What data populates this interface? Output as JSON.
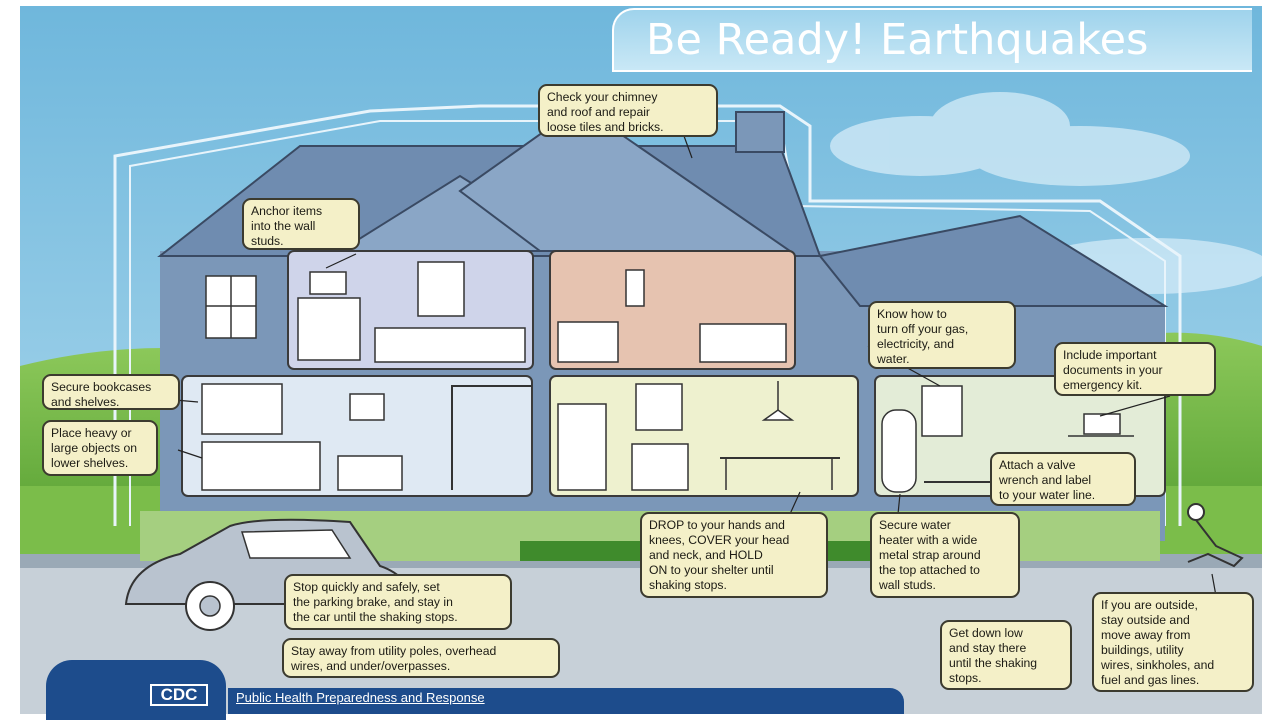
{
  "title": "Be Ready! Earthquakes",
  "callouts": {
    "chimney": "Check your chimney\nand roof and repair\nloose tiles and bricks.",
    "anchor": "Anchor items\ninto the wall\nstuds.",
    "bookcases": "Secure bookcases\nand shelves.",
    "heavy_objects": "Place heavy or\nlarge objects on\nlower shelves.",
    "utilities": "Know how to\nturn off your gas,\nelectricity, and\nwater.",
    "documents": "Include important\ndocuments in your\nemergency kit.",
    "valve": "Attach a valve\nwrench and label\nto your water line.",
    "water_heater": "Secure water\nheater with a wide\nmetal strap around\nthe top attached to\nwall studs.",
    "drop_cover": "DROP to your hands and\nknees, COVER your head\nand neck, and HOLD\nON to your shelter until\nshaking stops.",
    "car": "Stop quickly and safely, set\nthe parking brake, and stay in\nthe car until the shaking stops.",
    "utility_poles": "Stay away from utility poles, overhead\nwires, and under/overpasses.",
    "get_down": "Get down low\nand stay there\nuntil the shaking\nstops.",
    "outside": "If you are outside,\nstay outside and\nmove away from\nbuildings, utility\nwires, sinkholes, and\nfuel and gas lines."
  },
  "footer": {
    "org_text": "Public Health Preparedness and Response",
    "logo_text": "CDC"
  },
  "colors": {
    "sky": "#8fcbe6",
    "house": "#7d98b8",
    "grass": "#6cb33f",
    "callout_fill": "#f4f0c8",
    "footer_blue": "#1d4c8c"
  }
}
